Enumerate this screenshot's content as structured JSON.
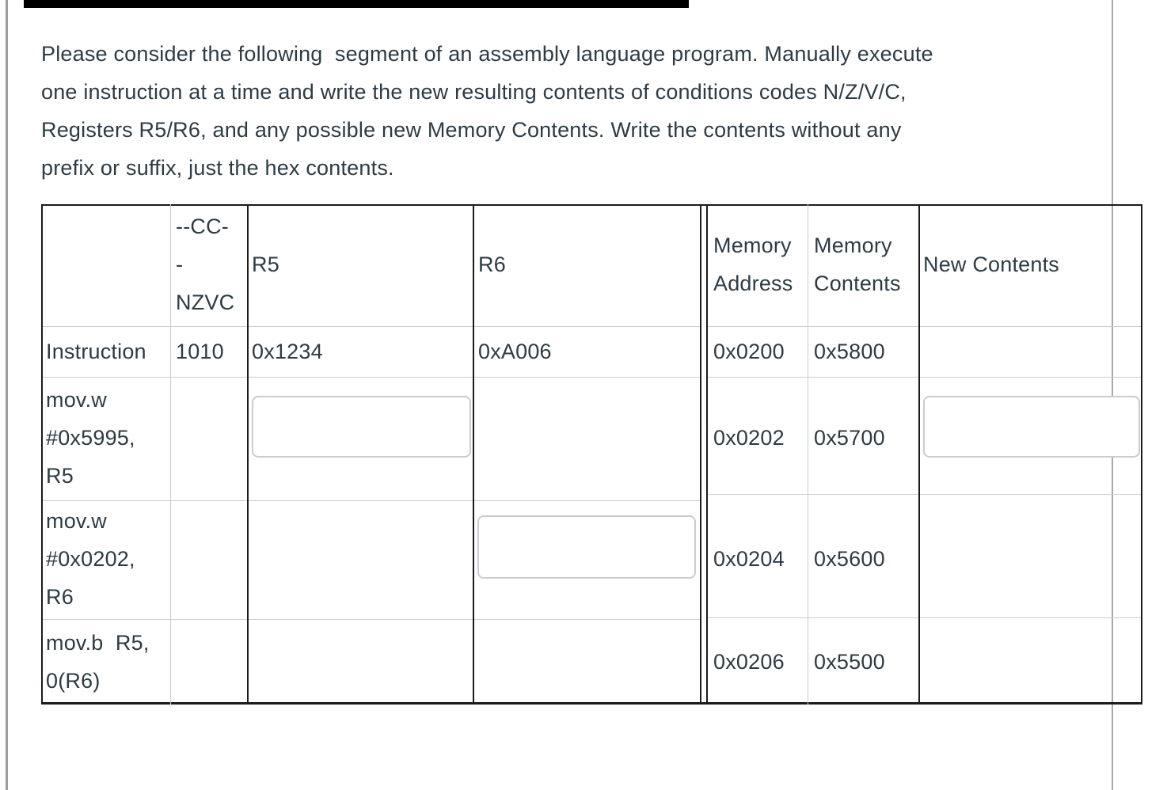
{
  "question": {
    "lines": [
      "Please consider the following  segment of an assembly language program. Manually execute",
      "one instruction at a time and write the new resulting contents of conditions codes N/Z/V/C,",
      "Registers R5/R6, and any possible new Memory Contents. Write the contents without any",
      "prefix or suffix, just the hex contents."
    ]
  },
  "table": {
    "header": {
      "cc_lines": [
        "--CC-",
        "-",
        "NZVC"
      ],
      "r5": "R5",
      "r6": "R6",
      "memory_address": "Memory Address",
      "memory_contents": "Memory Contents",
      "new_contents": "New Contents"
    },
    "rows": [
      {
        "label": "Instruction",
        "cc": "1010",
        "r5": "0x1234",
        "r6": "0xA006",
        "memory_address": "0x0200",
        "memory_contents": "0x5800"
      },
      {
        "label": "mov.w #0x5995, R5",
        "memory_address": "0x0202",
        "memory_contents": "0x5700",
        "r5_input_value": "",
        "new_contents_input_value": ""
      },
      {
        "label": "mov.w #0x0202, R6",
        "memory_address": "0x0204",
        "memory_contents": "0x5600",
        "r6_input_value": ""
      },
      {
        "label": "mov.b  R5, 0(R6)",
        "memory_address": "0x0206",
        "memory_contents": "0x5500"
      }
    ]
  },
  "colors": {
    "ink": "#2D3B45",
    "border_dark": "#1b1b1b",
    "border_light": "#c7cdd1",
    "page_rule": "#9e9e9e",
    "top_bar": "#000000"
  }
}
